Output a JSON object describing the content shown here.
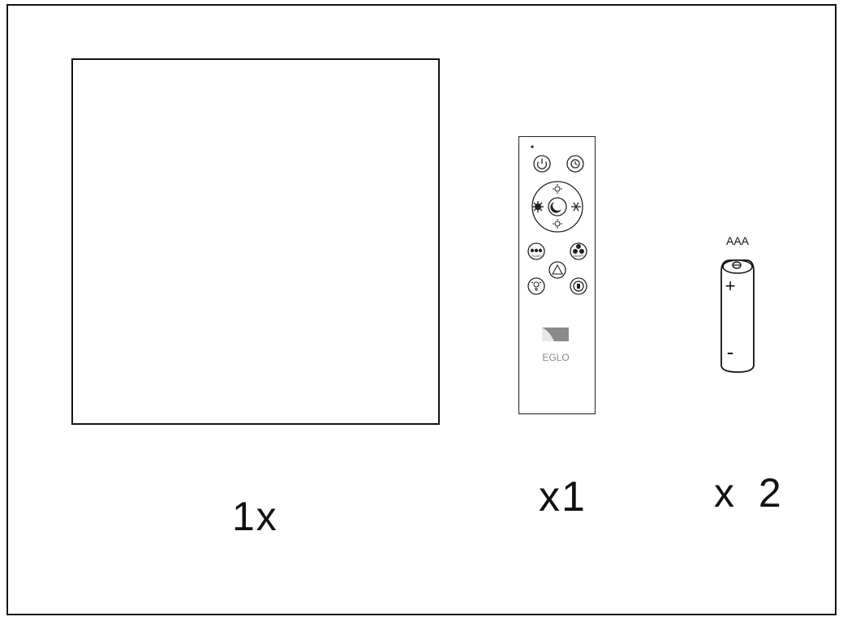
{
  "quantities": {
    "panel": "1x",
    "remote": "x1",
    "battery": "x 2"
  },
  "remote": {
    "brand": "EGLO",
    "button_flash_label": "FLASH",
    "button_fan_label": "ON/OFF"
  },
  "battery": {
    "type_label": "AAA",
    "plus_sign": "+",
    "minus_sign": "-"
  },
  "colors": {
    "line": "#111111",
    "logo": "#888888"
  }
}
